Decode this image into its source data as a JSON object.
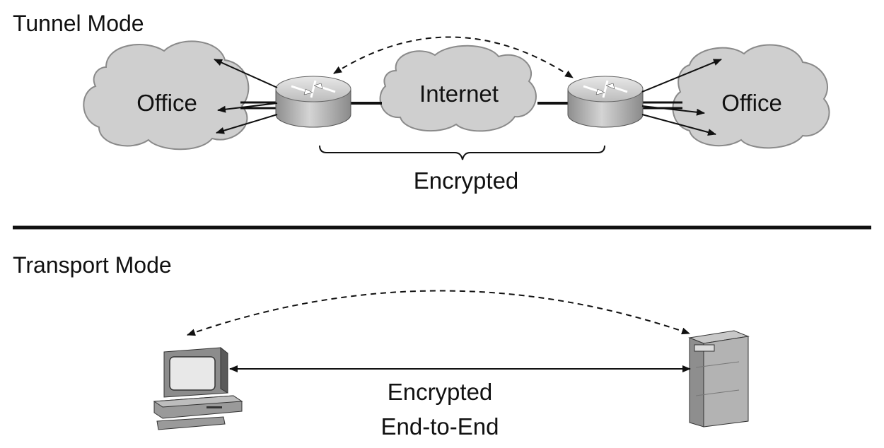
{
  "tunnel": {
    "title": "Tunnel Mode",
    "office_left": "Office",
    "internet": "Internet",
    "office_right": "Office",
    "encrypted": "Encrypted"
  },
  "transport": {
    "title": "Transport Mode",
    "encrypted_line1": "Encrypted",
    "encrypted_line2": "End-to-End"
  },
  "colors": {
    "cloud_fill": "#cfcfcf",
    "cloud_stroke": "#8a8a8a",
    "line": "#111111",
    "router_body": "#a9a9a9",
    "device_gray": "#8c8c8c"
  }
}
